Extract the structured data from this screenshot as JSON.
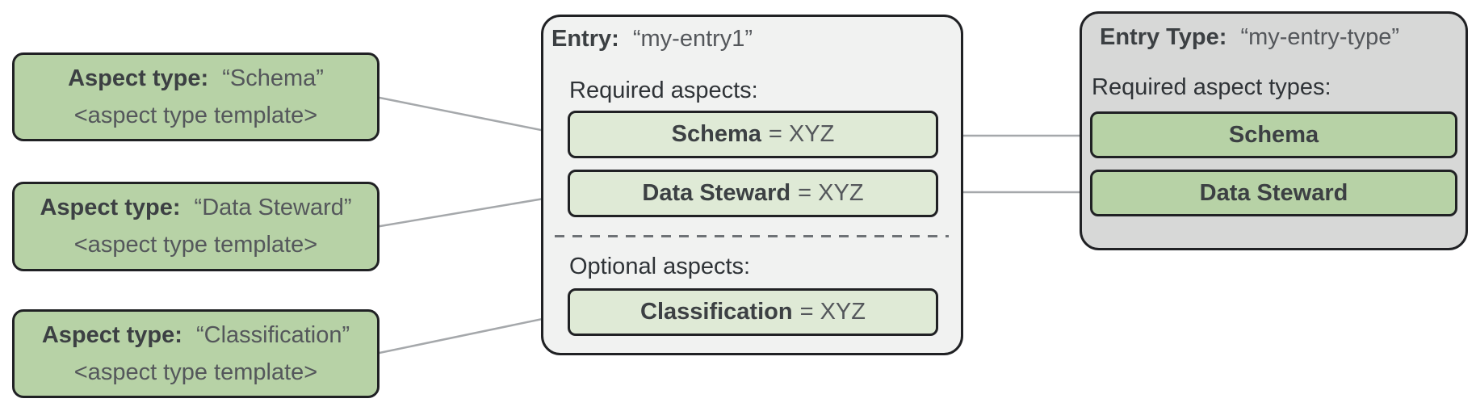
{
  "colors": {
    "aspect_green": "#b7d2a6",
    "aspect_light_green": "#dfead6",
    "entry_background": "#f1f2f1",
    "entry_type_background": "#d7d8d7",
    "border": "#202124",
    "connector_line": "#a5a8ab",
    "dashed_divider": "#6e7276",
    "bold_text": "#3c4043",
    "regular_text": "#54575b"
  },
  "aspect_types": [
    {
      "label": "Aspect type:",
      "name": "“Schema”",
      "template": "<aspect type template>"
    },
    {
      "label": "Aspect type:",
      "name": "“Data Steward”",
      "template": "<aspect type template>"
    },
    {
      "label": "Aspect type:",
      "name": "“Classification”",
      "template": "<aspect type template>"
    }
  ],
  "entry": {
    "label": "Entry:",
    "name": "“my-entry1”",
    "required_label": "Required aspects:",
    "optional_label": "Optional aspects:",
    "required_aspects": [
      {
        "name": "Schema",
        "value": "= XYZ"
      },
      {
        "name": "Data Steward",
        "value": "= XYZ"
      }
    ],
    "optional_aspects": [
      {
        "name": "Classification",
        "value": "= XYZ"
      }
    ]
  },
  "entry_type": {
    "label": "Entry Type:",
    "name": "“my-entry-type”",
    "required_label": "Required aspect types:",
    "required_aspect_types": [
      {
        "name": "Schema"
      },
      {
        "name": "Data Steward"
      }
    ]
  }
}
